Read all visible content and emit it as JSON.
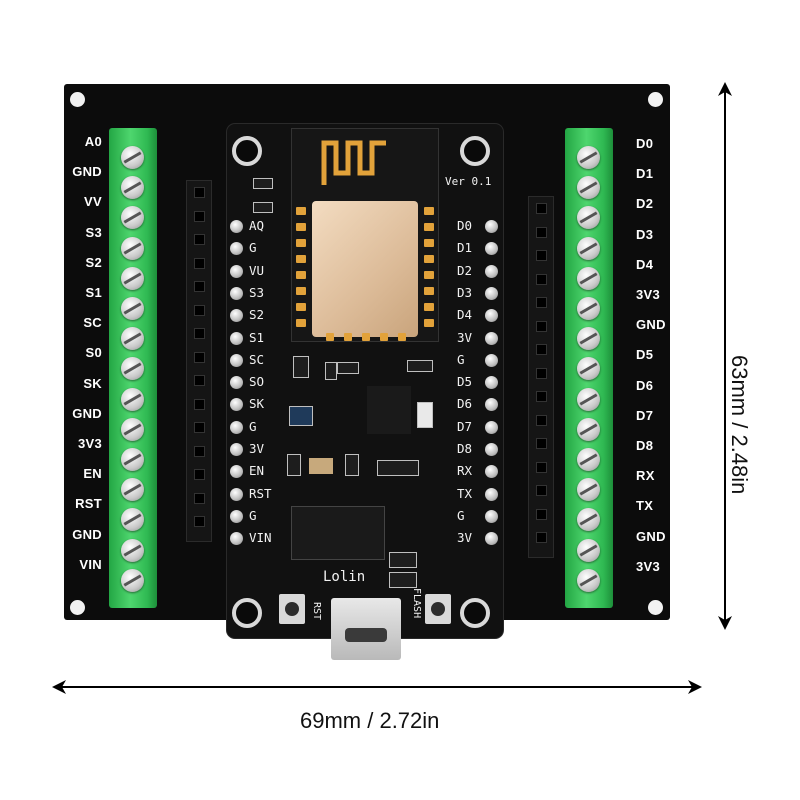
{
  "left_pins": [
    "A0",
    "GND",
    "VV",
    "S3",
    "S2",
    "S1",
    "SC",
    "S0",
    "SK",
    "GND",
    "3V3",
    "EN",
    "RST",
    "GND",
    "VIN"
  ],
  "right_pins": [
    "D0",
    "D1",
    "D2",
    "D3",
    "D4",
    "3V3",
    "GND",
    "D5",
    "D6",
    "D7",
    "D8",
    "RX",
    "TX",
    "GND",
    "3V3"
  ],
  "module_left_labels": [
    "AQ",
    "G",
    "VU",
    "S3",
    "S2",
    "S1",
    "SC",
    "SO",
    "SK",
    "G",
    "3V",
    "EN",
    "RST",
    "G",
    "VIN"
  ],
  "module_right_labels": [
    "D0",
    "D1",
    "D2",
    "D3",
    "D4",
    "3V",
    "G",
    "D5",
    "D6",
    "D7",
    "D8",
    "RX",
    "TX",
    "G",
    "3V"
  ],
  "version_label": "Ver 0.1",
  "brand_label": "Lolin",
  "rst_button_label": "RST",
  "flash_button_label": "FLASH",
  "width_dimension": "69mm / 2.72in",
  "height_dimension": "63mm / 2.48in",
  "colors": {
    "board": "#0c0c0c",
    "terminal_green": "#3cc95c",
    "pad_gold": "#e2a23a"
  }
}
